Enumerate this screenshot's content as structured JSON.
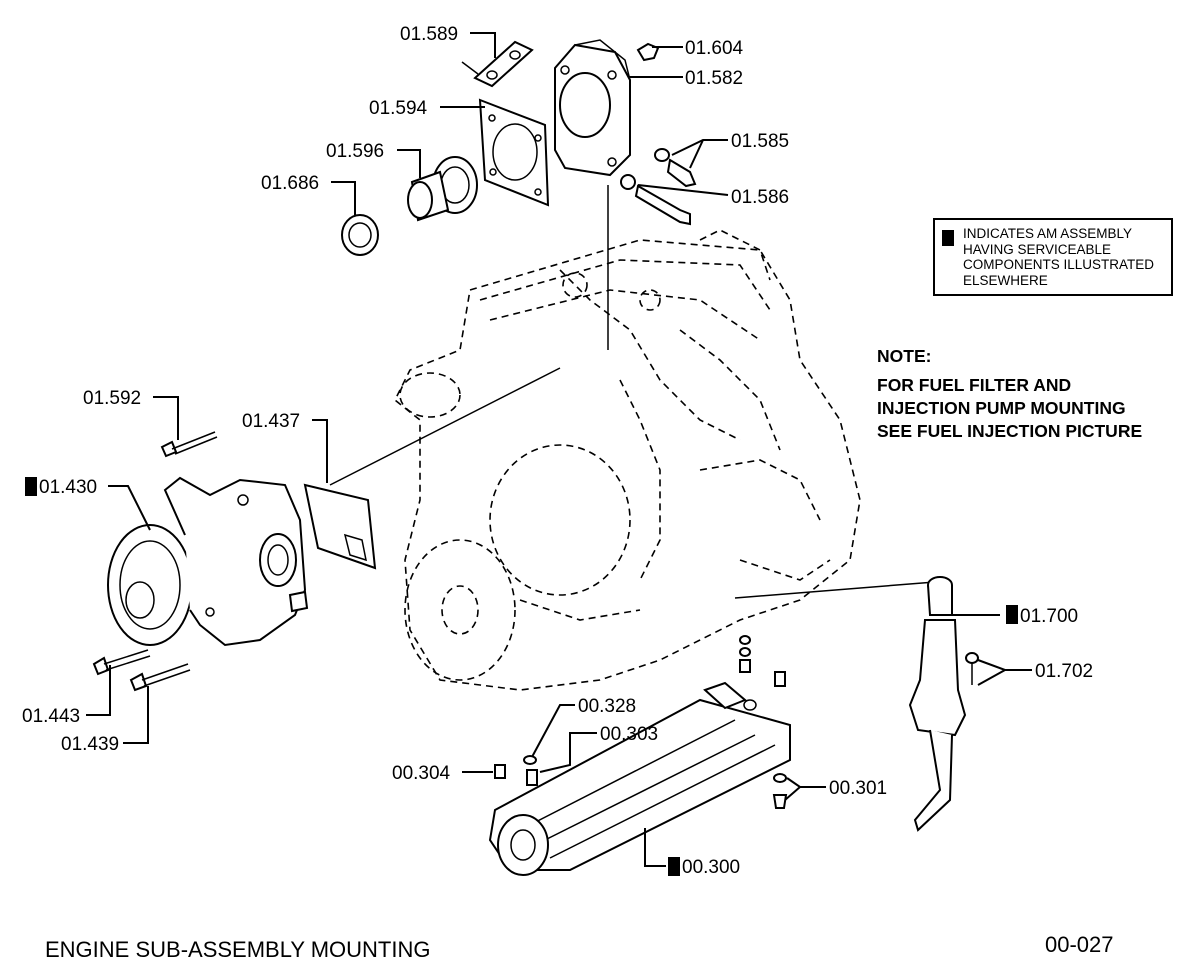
{
  "labels": {
    "p01589": "01.589",
    "p01604": "01.604",
    "p01582": "01.582",
    "p01594": "01.594",
    "p01585": "01.585",
    "p01596": "01.596",
    "p01686": "01.686",
    "p01586": "01.586",
    "p01592": "01.592",
    "p01437": "01.437",
    "p01430": "01.430",
    "p01443": "01.443",
    "p01439": "01.439",
    "p01700": "01.700",
    "p01702": "01.702",
    "p00328": "00.328",
    "p00303": "00.303",
    "p00304": "00.304",
    "p00301": "00.301",
    "p00300": "00.300"
  },
  "legend": {
    "text": "INDICATES AM ASSEMBLY\nHAVING SERVICEABLE\nCOMPONENTS ILLUSTRATED\nELSEWHERE"
  },
  "note": {
    "heading": "NOTE:",
    "line1": "FOR FUEL FILTER AND",
    "line2": "INJECTION PUMP MOUNTING",
    "line3": "SEE FUEL INJECTION PICTURE"
  },
  "footer": {
    "title": "ENGINE SUB-ASSEMBLY MOUNTING",
    "page_code": "00-027"
  }
}
